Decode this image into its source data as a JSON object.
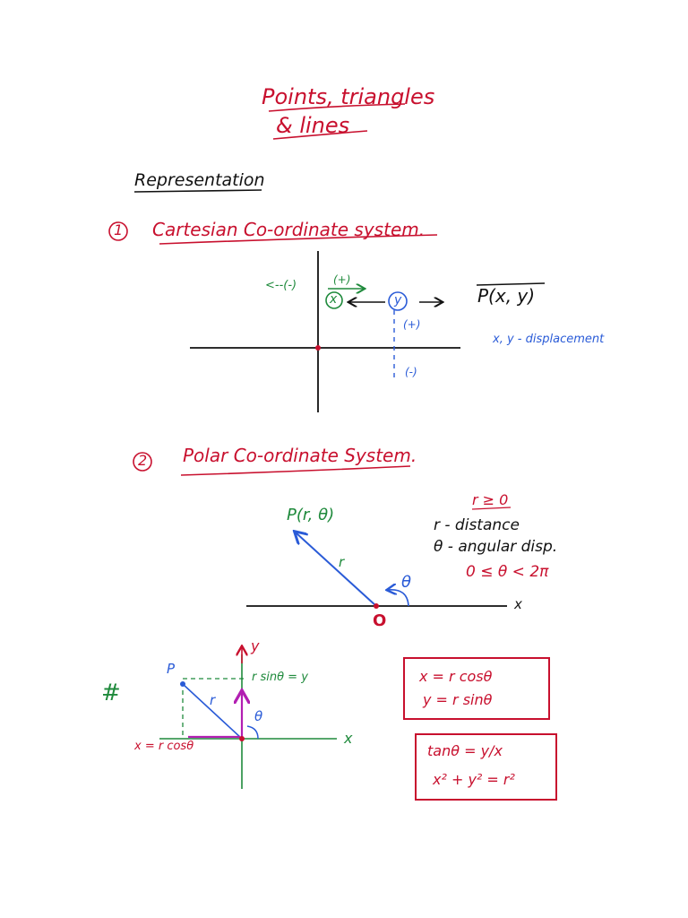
{
  "title": {
    "line1": "Points, triangles",
    "line2": "& lines"
  },
  "heading": "Representation",
  "section1": {
    "number": "1",
    "title": "Cartesian Co-ordinate system.",
    "neg_arrow": "<--(-)",
    "pos_arrow": "(+)",
    "x_label": "x",
    "y_label": "y",
    "y_pos": "(+)",
    "y_neg": "(-)",
    "point": "P(x, y)",
    "note": "x, y - displacement"
  },
  "section2": {
    "number": "2",
    "title": "Polar Co-ordinate System.",
    "point": "P(r, θ)",
    "r_label": "r",
    "theta_label": "θ",
    "origin": "O",
    "x_axis": "x",
    "cond1": "r ≥ 0",
    "def_r": "r - distance",
    "def_theta": "θ - angular disp.",
    "cond2": "0 ≤ θ < 2π"
  },
  "section3": {
    "hash": "#",
    "y_axis": "y",
    "x_axis": "x",
    "point": "P",
    "r_label": "r",
    "theta": "θ",
    "y_proj": "r sinθ = y",
    "x_proj": "x = r cosθ",
    "box1": {
      "line1": "x = r cosθ",
      "line2": "y = r sinθ"
    },
    "box2": {
      "line1": "tanθ = y/x",
      "line2": "x² + y² = r²"
    }
  }
}
